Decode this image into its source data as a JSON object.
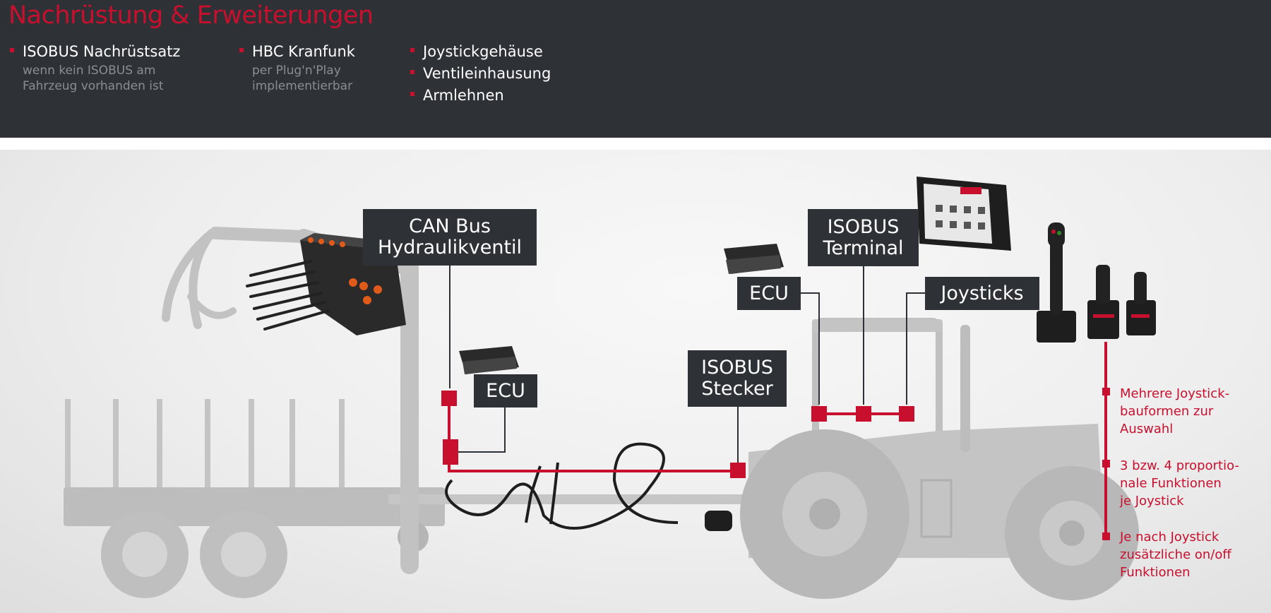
{
  "header": {
    "title": "Nachrüstung & Erweiterungen",
    "columns": [
      {
        "title": "ISOBUS Nachrüstsatz",
        "sub": [
          "wenn kein ISOBUS am",
          "Fahrzeug vorhanden ist"
        ]
      },
      {
        "title": "HBC Kranfunk",
        "sub": [
          "per Plug'n'Play",
          "implementierbar"
        ]
      },
      {
        "items": [
          "Joystickgehäuse",
          "Ventileinhausung",
          "Armlehnen"
        ]
      }
    ]
  },
  "labels": {
    "can_bus": [
      "CAN Bus",
      "Hydraulikventil"
    ],
    "ecu_left": "ECU",
    "isobus_stecker": [
      "ISOBUS",
      "Stecker"
    ],
    "ecu_right": "ECU",
    "isobus_terminal": [
      "ISOBUS",
      "Terminal"
    ],
    "joysticks": "Joysticks"
  },
  "notes": [
    [
      "Mehrere Joystick-",
      "bauformen zur",
      "Auswahl"
    ],
    [
      "3 bzw. 4 proportio-",
      "nale Funktionen",
      "je Joystick"
    ],
    [
      "Je nach Joystick",
      "zusätzliche on/off",
      "Funktionen"
    ]
  ],
  "colors": {
    "accent": "#c8102e",
    "dark": "#2e3236",
    "white": "#ffffff",
    "muted": "#8a8d91"
  },
  "icons": [
    "trailer-illustration",
    "crane-illustration",
    "hydraulic-valve-image",
    "ecu-module-image",
    "cable-harness-image",
    "tractor-illustration",
    "isobus-terminal-image",
    "joystick-image"
  ]
}
